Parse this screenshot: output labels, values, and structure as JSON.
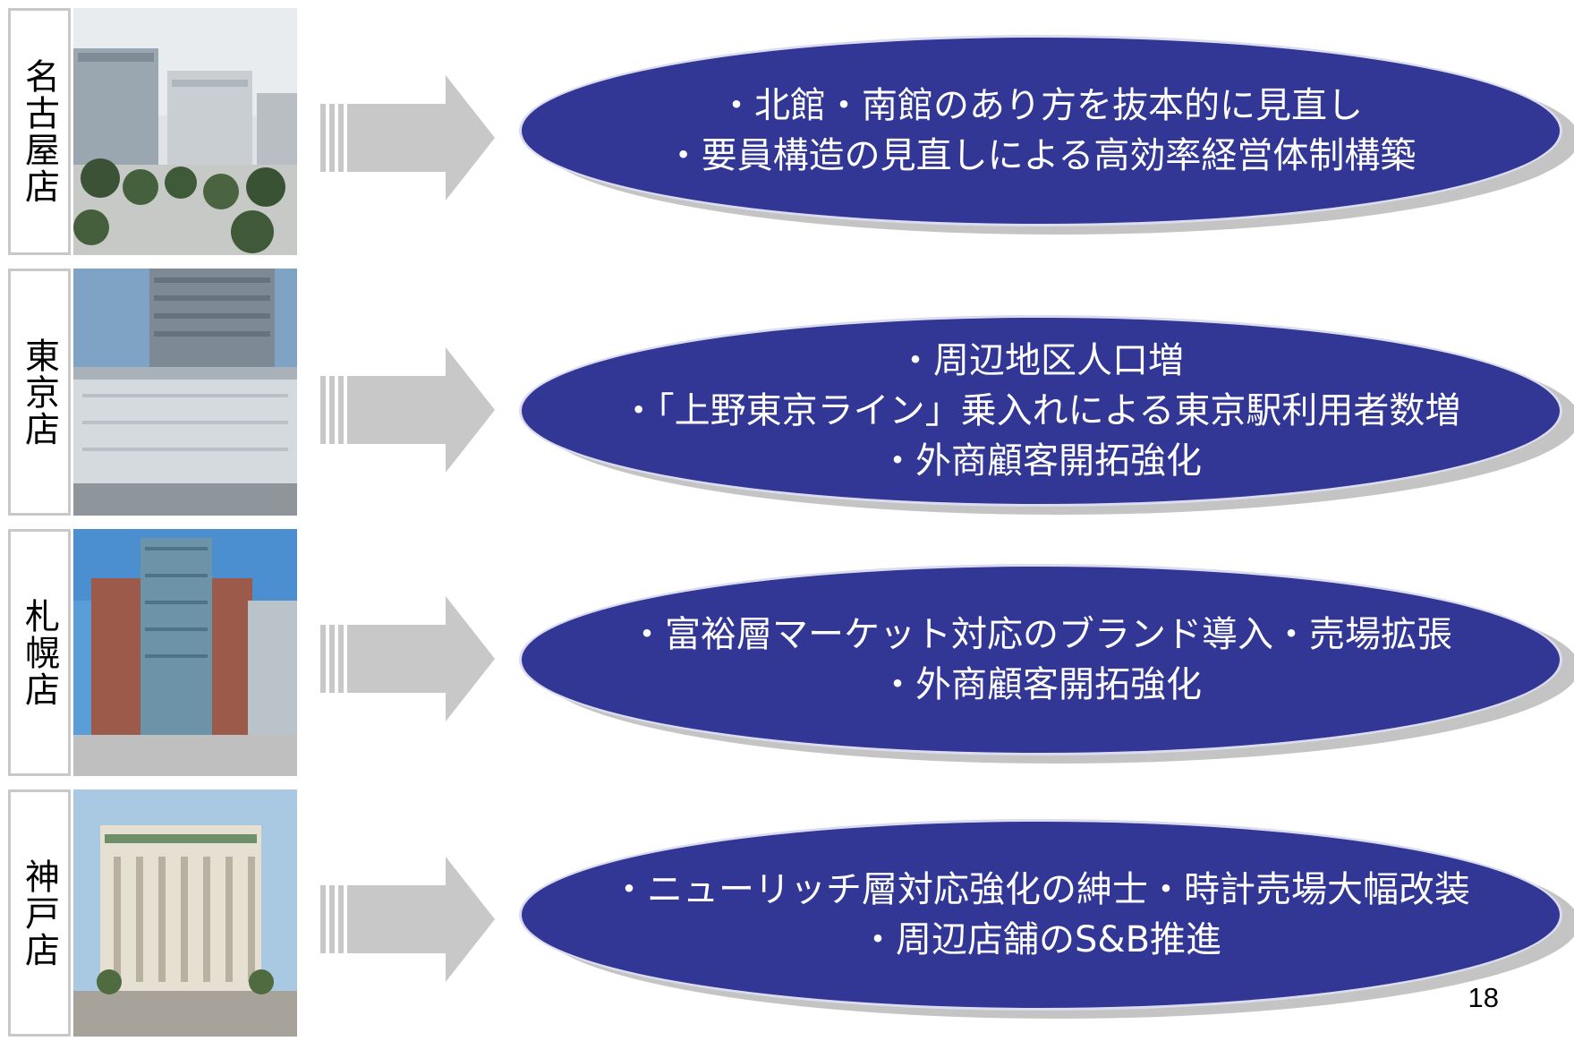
{
  "colors": {
    "ellipse_fill": "#323694",
    "ellipse_text": "#ffffff",
    "arrow": "#c8c8c8",
    "label_border": "#c8c8c8"
  },
  "stores": [
    {
      "label": "名古屋店",
      "photo_icon": "building-photo-nagoya",
      "bullets": [
        "・北館・南館のあり方を抜本的に見直し",
        "・要員構造の見直しによる高効率経営体制構築"
      ]
    },
    {
      "label": "東京店",
      "photo_icon": "building-photo-tokyo",
      "bullets": [
        "・周辺地区人口増",
        "・「上野東京ライン」乗入れによる東京駅利用者数増",
        "・外商顧客開拓強化"
      ]
    },
    {
      "label": "札幌店",
      "photo_icon": "building-photo-sapporo",
      "bullets": [
        "・富裕層マーケット対応のブランド導入・売場拡張",
        "・外商顧客開拓強化"
      ]
    },
    {
      "label": "神戸店",
      "photo_icon": "building-photo-kobe",
      "bullets": [
        "・ニューリッチ層対応強化の紳士・時計売場大幅改装",
        "・周辺店舗のS&B推進"
      ]
    }
  ],
  "page_number": "18"
}
